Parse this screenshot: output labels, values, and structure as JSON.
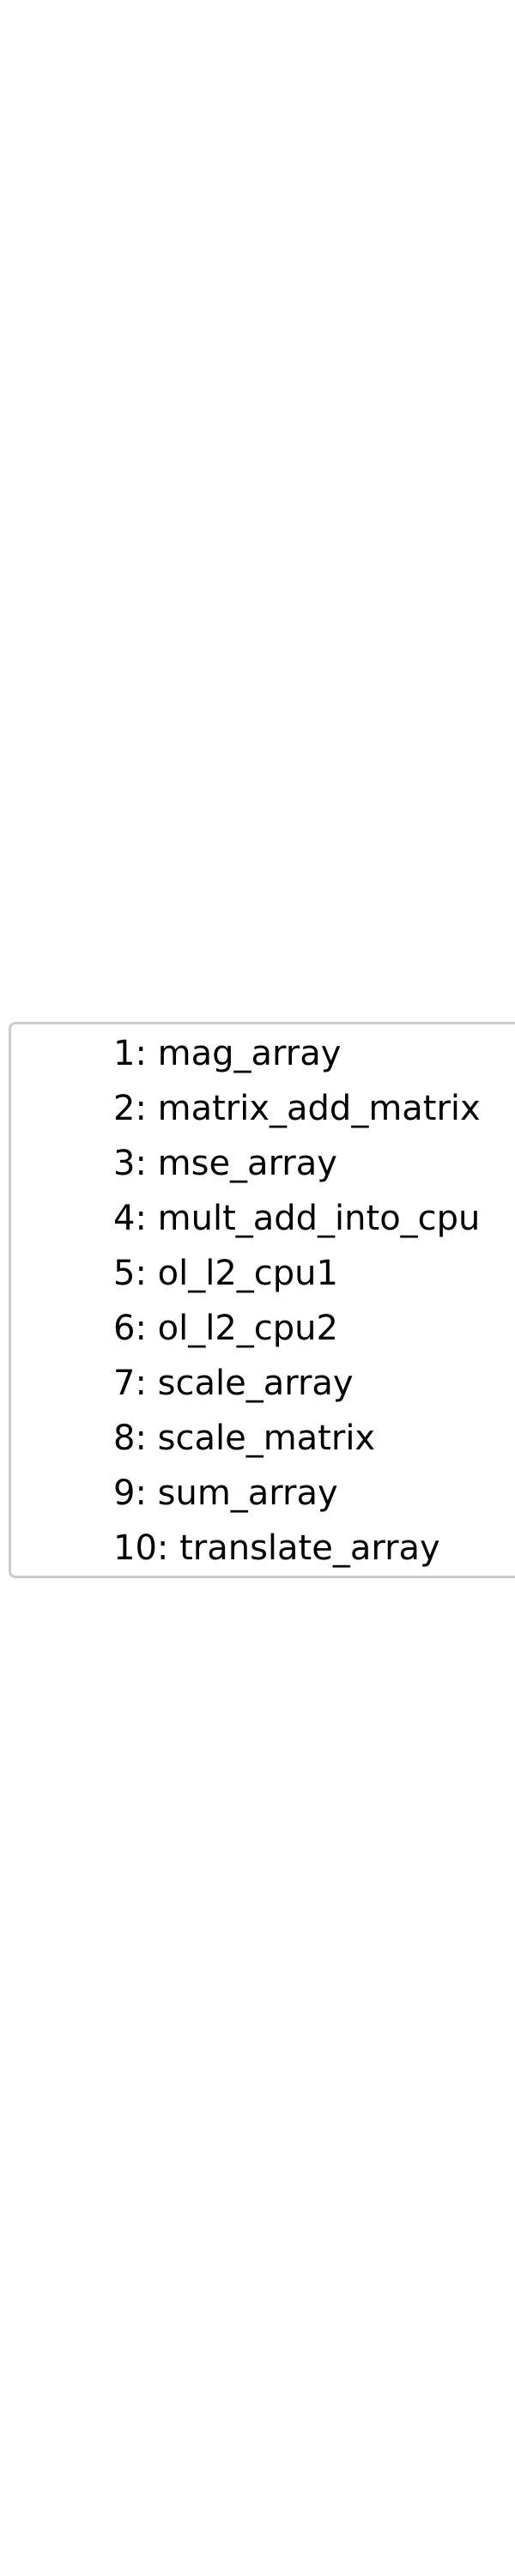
{
  "chart_data": {
    "type": "bar",
    "legend": {
      "placement": "center",
      "entries": [
        "1: mag_array",
        "2: matrix_add_matrix",
        "3: mse_array",
        "4: mult_add_into_cpu",
        "5: ol_l2_cpu1",
        "6: ol_l2_cpu2",
        "7: scale_array",
        "8: scale_matrix",
        "9: sum_array",
        "10: translate_array"
      ]
    }
  }
}
